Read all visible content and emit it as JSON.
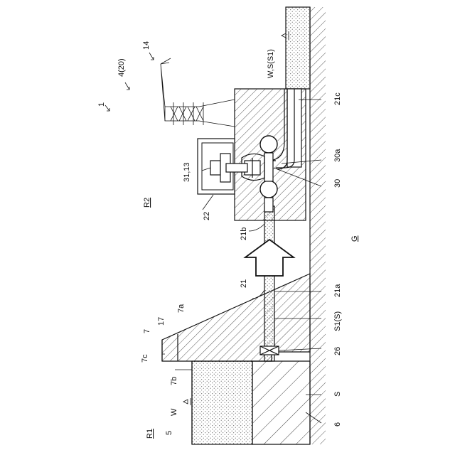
{
  "labels": {
    "r1": "R1",
    "r2": "R2",
    "g": "G",
    "ref_5": "5",
    "ref_w_left": "W",
    "ref_7": "7",
    "ref_7a": "7a",
    "ref_7b": "7b",
    "ref_7c": "7c",
    "ref_17": "17",
    "ref_21": "21",
    "ref_21a": "21a",
    "ref_21b": "21b",
    "ref_21c": "21c",
    "ref_22": "22",
    "ref_26": "26",
    "ref_30": "30",
    "ref_30a": "30a",
    "ref_31_13": "31,13",
    "ref_s1_s": "S1(S)",
    "ref_s": "S",
    "ref_6": "6",
    "ref_1": "1",
    "ref_4_20": "4(20)",
    "ref_14": "14",
    "ref_ws_s1": "W,S(S1)"
  },
  "colors": {
    "line": "#111111",
    "water_dot": "#444444",
    "background": "#ffffff"
  }
}
